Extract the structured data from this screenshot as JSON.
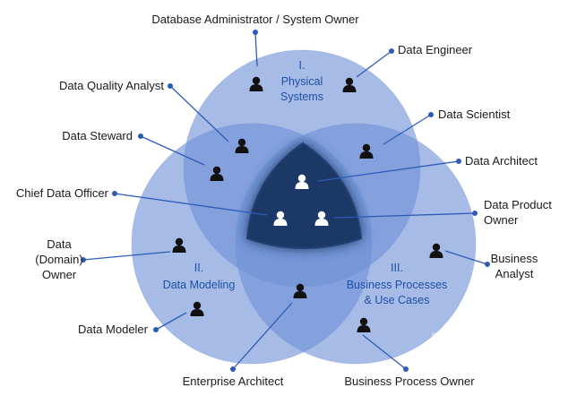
{
  "sets": [
    {
      "numeral": "I.",
      "line1": "Physical",
      "line2": "Systems",
      "line3": ""
    },
    {
      "numeral": "II.",
      "line1": "Data Modeling",
      "line2": "",
      "line3": ""
    },
    {
      "numeral": "III.",
      "line1": "Business Processes",
      "line2": "& Use Cases",
      "line3": ""
    }
  ],
  "roles": [
    {
      "line1": "Database Administrator / System Owner",
      "line2": "",
      "line3": ""
    },
    {
      "line1": "Data Engineer",
      "line2": "",
      "line3": ""
    },
    {
      "line1": "Data Quality Analyst",
      "line2": "",
      "line3": ""
    },
    {
      "line1": "Data Scientist",
      "line2": "",
      "line3": ""
    },
    {
      "line1": "Data Steward",
      "line2": "",
      "line3": ""
    },
    {
      "line1": "Data Architect",
      "line2": "",
      "line3": ""
    },
    {
      "line1": "Chief Data Officer",
      "line2": "",
      "line3": ""
    },
    {
      "line1": "Data Product",
      "line2": "Owner",
      "line3": ""
    },
    {
      "line1": "Data",
      "line2": "(Domain)",
      "line3": "Owner"
    },
    {
      "line1": "Business",
      "line2": "Analyst",
      "line3": ""
    },
    {
      "line1": "Data Modeler",
      "line2": "",
      "line3": ""
    },
    {
      "line1": "Enterprise Architect",
      "line2": "",
      "line3": ""
    },
    {
      "line1": "Business Process Owner",
      "line2": "",
      "line3": ""
    }
  ],
  "credit": {
    "line1": "© Willem",
    "line2": "Koenders"
  },
  "colors": {
    "circle": "#6f91d6",
    "core": "#1e3866",
    "connector": "#2d5cb8",
    "text": "#1a1a1a"
  }
}
